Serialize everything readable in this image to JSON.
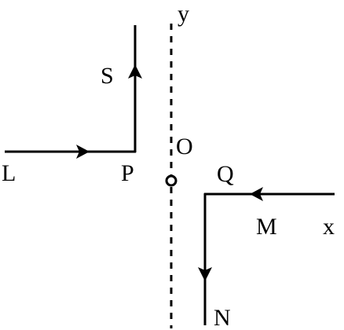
{
  "labels": {
    "y": "y",
    "x": "x",
    "o": "O",
    "s": "S",
    "l": "L",
    "p": "P",
    "q": "Q",
    "m": "M",
    "n": "N"
  },
  "colors": {
    "stroke": "#000000",
    "background": "#ffffff"
  }
}
